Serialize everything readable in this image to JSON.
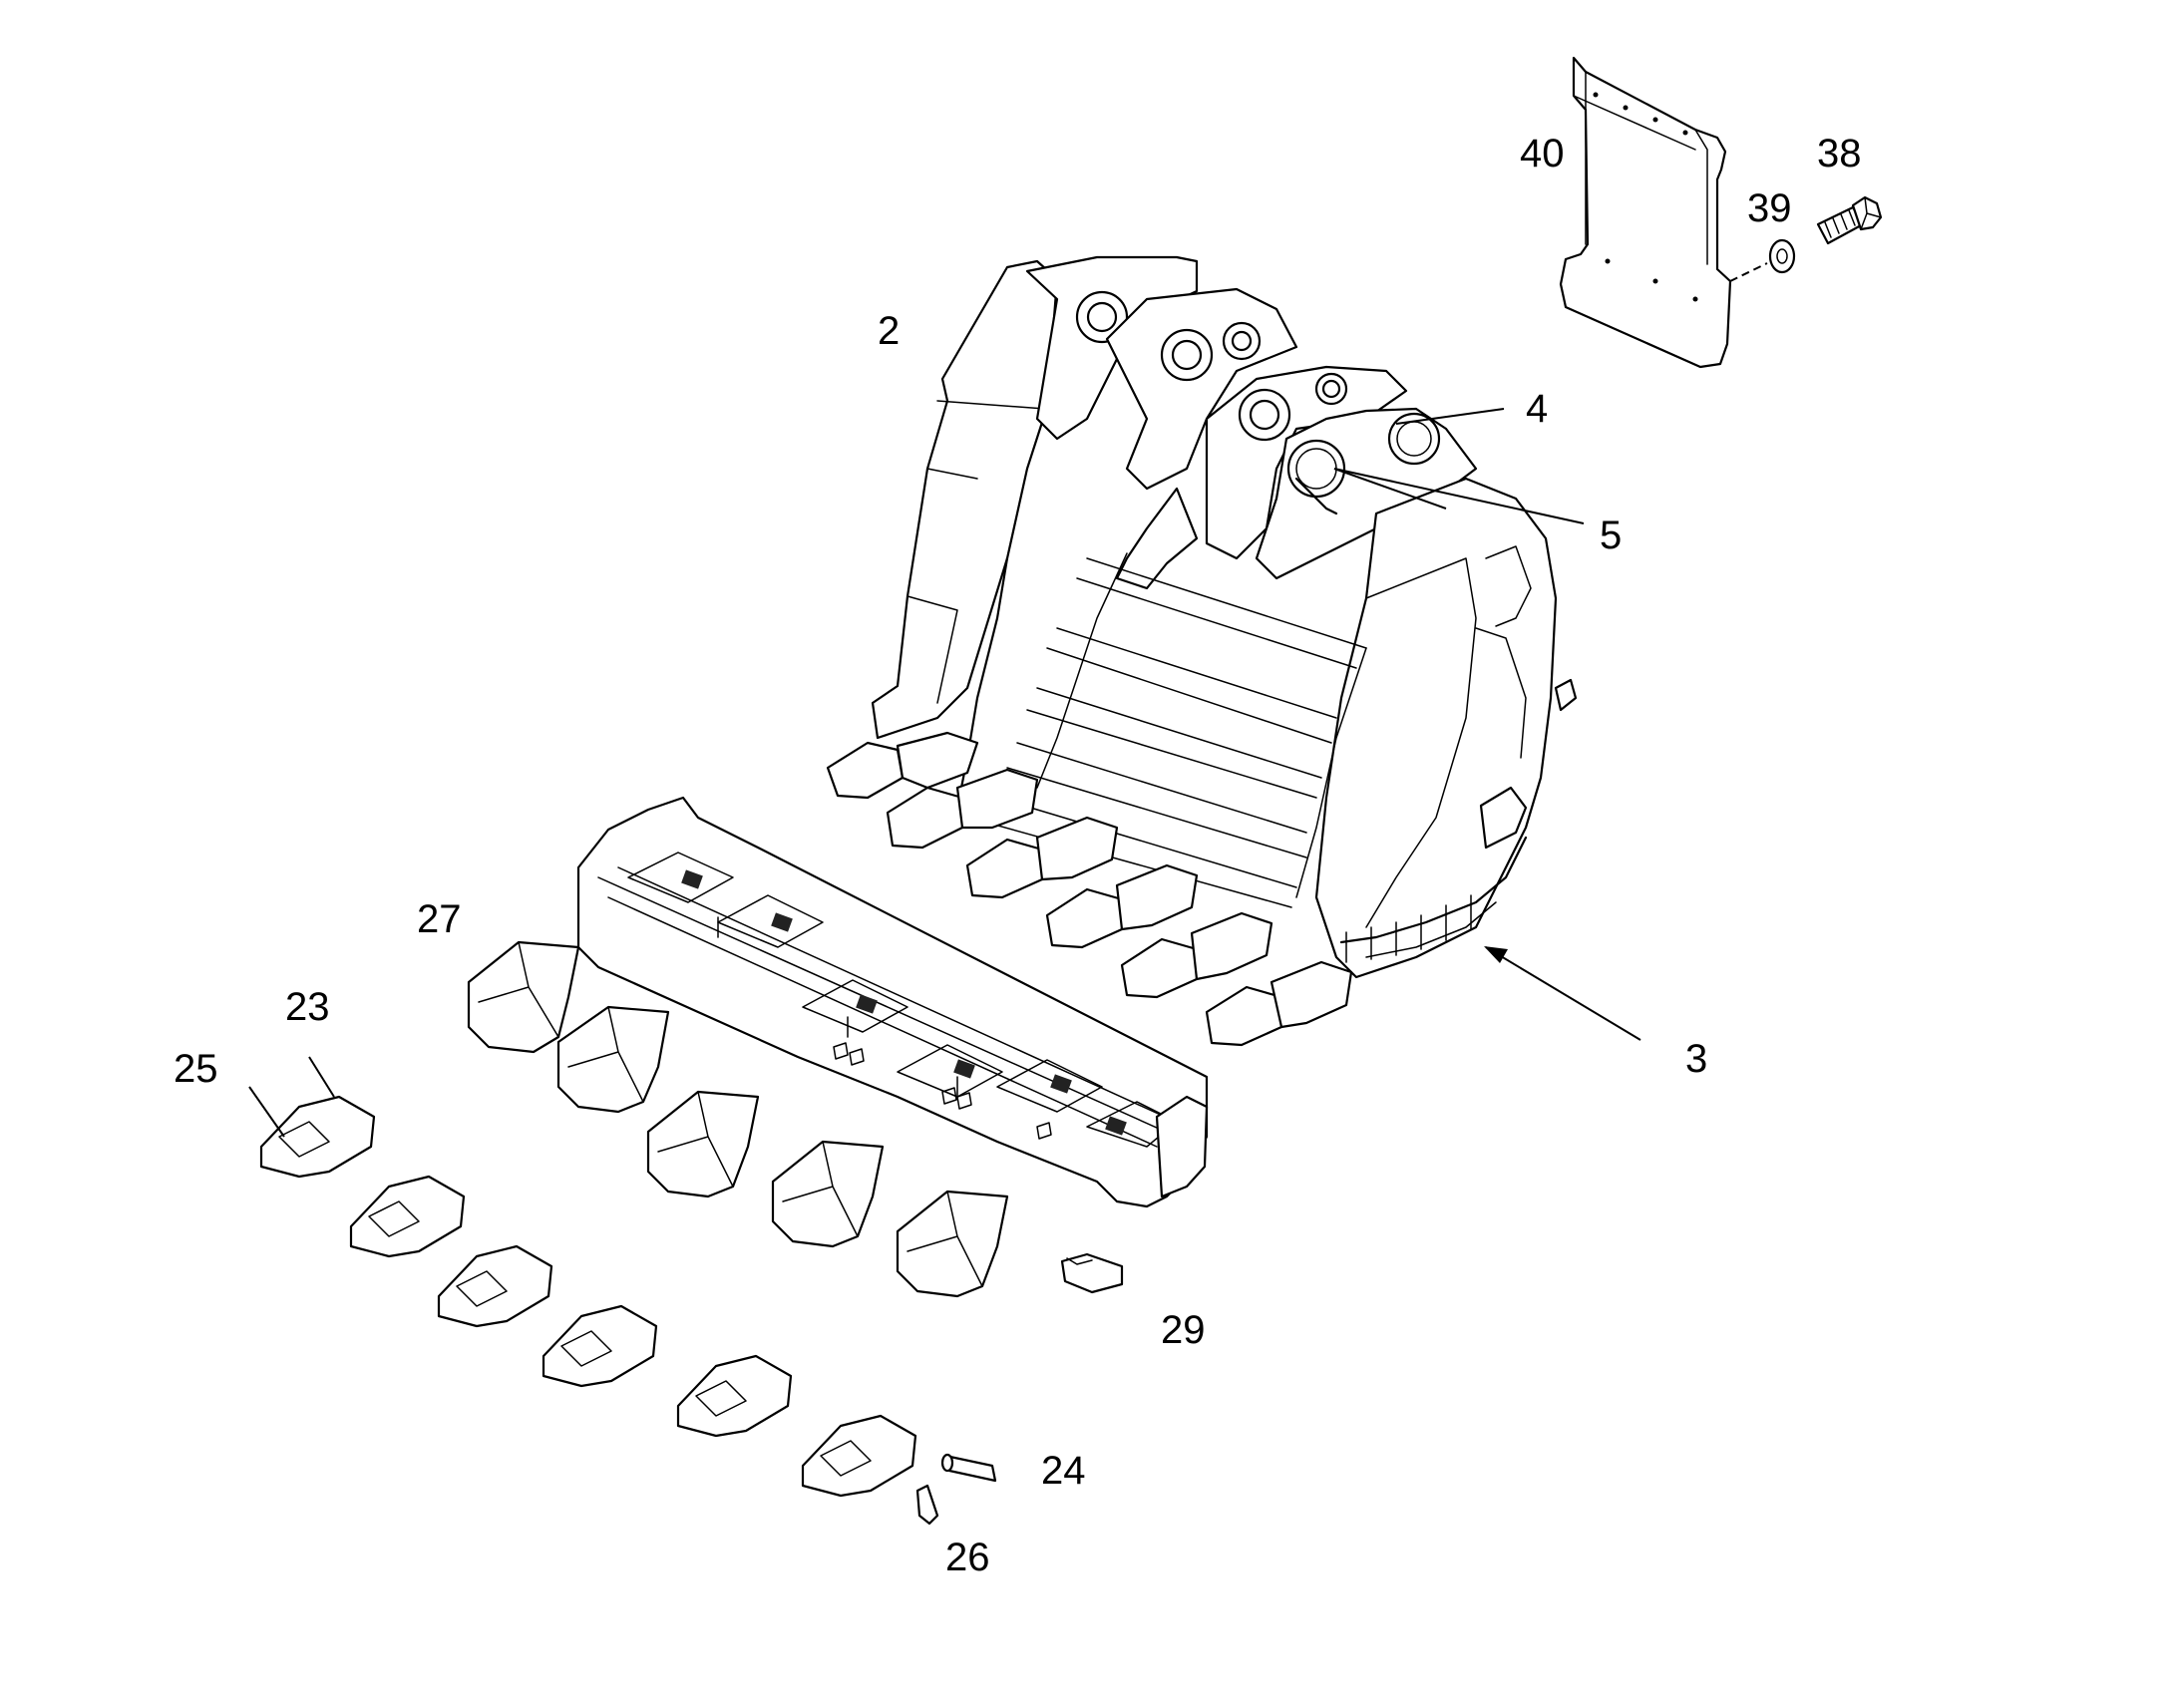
{
  "callouts": [
    {
      "id": "40",
      "text": "40"
    },
    {
      "id": "38",
      "text": "38"
    },
    {
      "id": "39",
      "text": "39"
    },
    {
      "id": "2",
      "text": "2"
    },
    {
      "id": "4",
      "text": "4"
    },
    {
      "id": "5",
      "text": "5"
    },
    {
      "id": "3",
      "text": "3"
    },
    {
      "id": "27",
      "text": "27"
    },
    {
      "id": "23",
      "text": "23"
    },
    {
      "id": "25",
      "text": "25"
    },
    {
      "id": "29",
      "text": "29"
    },
    {
      "id": "24",
      "text": "24"
    },
    {
      "id": "26",
      "text": "26"
    }
  ]
}
